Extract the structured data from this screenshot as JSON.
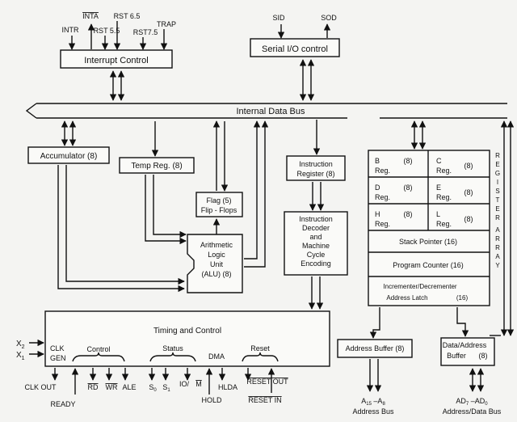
{
  "blocks": {
    "interrupt_control": "Interrupt Control",
    "serial_io": "Serial I/O control",
    "internal_bus": "Internal Data Bus",
    "accumulator": "Accumulator (8)",
    "temp_reg": "Temp Reg. (8)",
    "flag": [
      "Flag (5)",
      "Flip - Flops"
    ],
    "alu": [
      "Arithmetic",
      "Logic",
      "Unit",
      "(ALU) (8)"
    ],
    "instr_reg": [
      "Instruction",
      "Register (8)"
    ],
    "decoder": [
      "Instruction",
      "Decoder",
      "and",
      "Machine",
      "Cycle",
      "Encoding"
    ],
    "timing": "Timing and Control",
    "addr_buffer": "Address Buffer (8)",
    "data_buffer": [
      "Data/Address",
      "Buffer",
      "(8)"
    ],
    "register_array": "REGISTER ARRAY"
  },
  "registers": {
    "b": [
      "B",
      "(8)",
      "Reg."
    ],
    "c": [
      "C",
      "(8)",
      "Reg."
    ],
    "d": [
      "D",
      "(8)",
      "Reg."
    ],
    "e": [
      "E",
      "(8)",
      "Reg."
    ],
    "h": [
      "H",
      "(8)",
      "Reg."
    ],
    "l": [
      "L",
      "(8)",
      "Reg."
    ],
    "sp": "Stack Pointer (16)",
    "pc": "Program Counter (16)",
    "incdec": [
      "Incrementer/Decrementer",
      "Address Latch",
      "(16)"
    ]
  },
  "signals": {
    "intr": "INTR",
    "inta": "INTA",
    "rst55": "RST 5.5",
    "rst65": "RST 6.5",
    "rst75": "RST7.5",
    "trap": "TRAP",
    "sid": "SID",
    "sod": "SOD",
    "x2": "X",
    "x2_sub": "2",
    "x1": "X",
    "x1_sub": "1",
    "clk_gen": [
      "CLK",
      "GEN"
    ],
    "control": "Control",
    "status": "Status",
    "dma": "DMA",
    "reset": "Reset",
    "clk_out": "CLK OUT",
    "ready": "READY",
    "rd": "RD",
    "wr": "WR",
    "ale": "ALE",
    "s0": "S",
    "s0_sub": "0",
    "s1": "S",
    "s1_sub": "1",
    "io": "IO/",
    "m": "M",
    "hold": "HOLD",
    "hlda": "HLDA",
    "reset_out": "RESET OUT",
    "reset_in": "RESET IN"
  },
  "buses": {
    "addr_label": [
      "A",
      "15",
      " –A",
      "8"
    ],
    "addr_bus": "Address Bus",
    "data_label": [
      "AD",
      "7",
      " –AD",
      "0"
    ],
    "data_bus": "Address/Data Bus"
  }
}
